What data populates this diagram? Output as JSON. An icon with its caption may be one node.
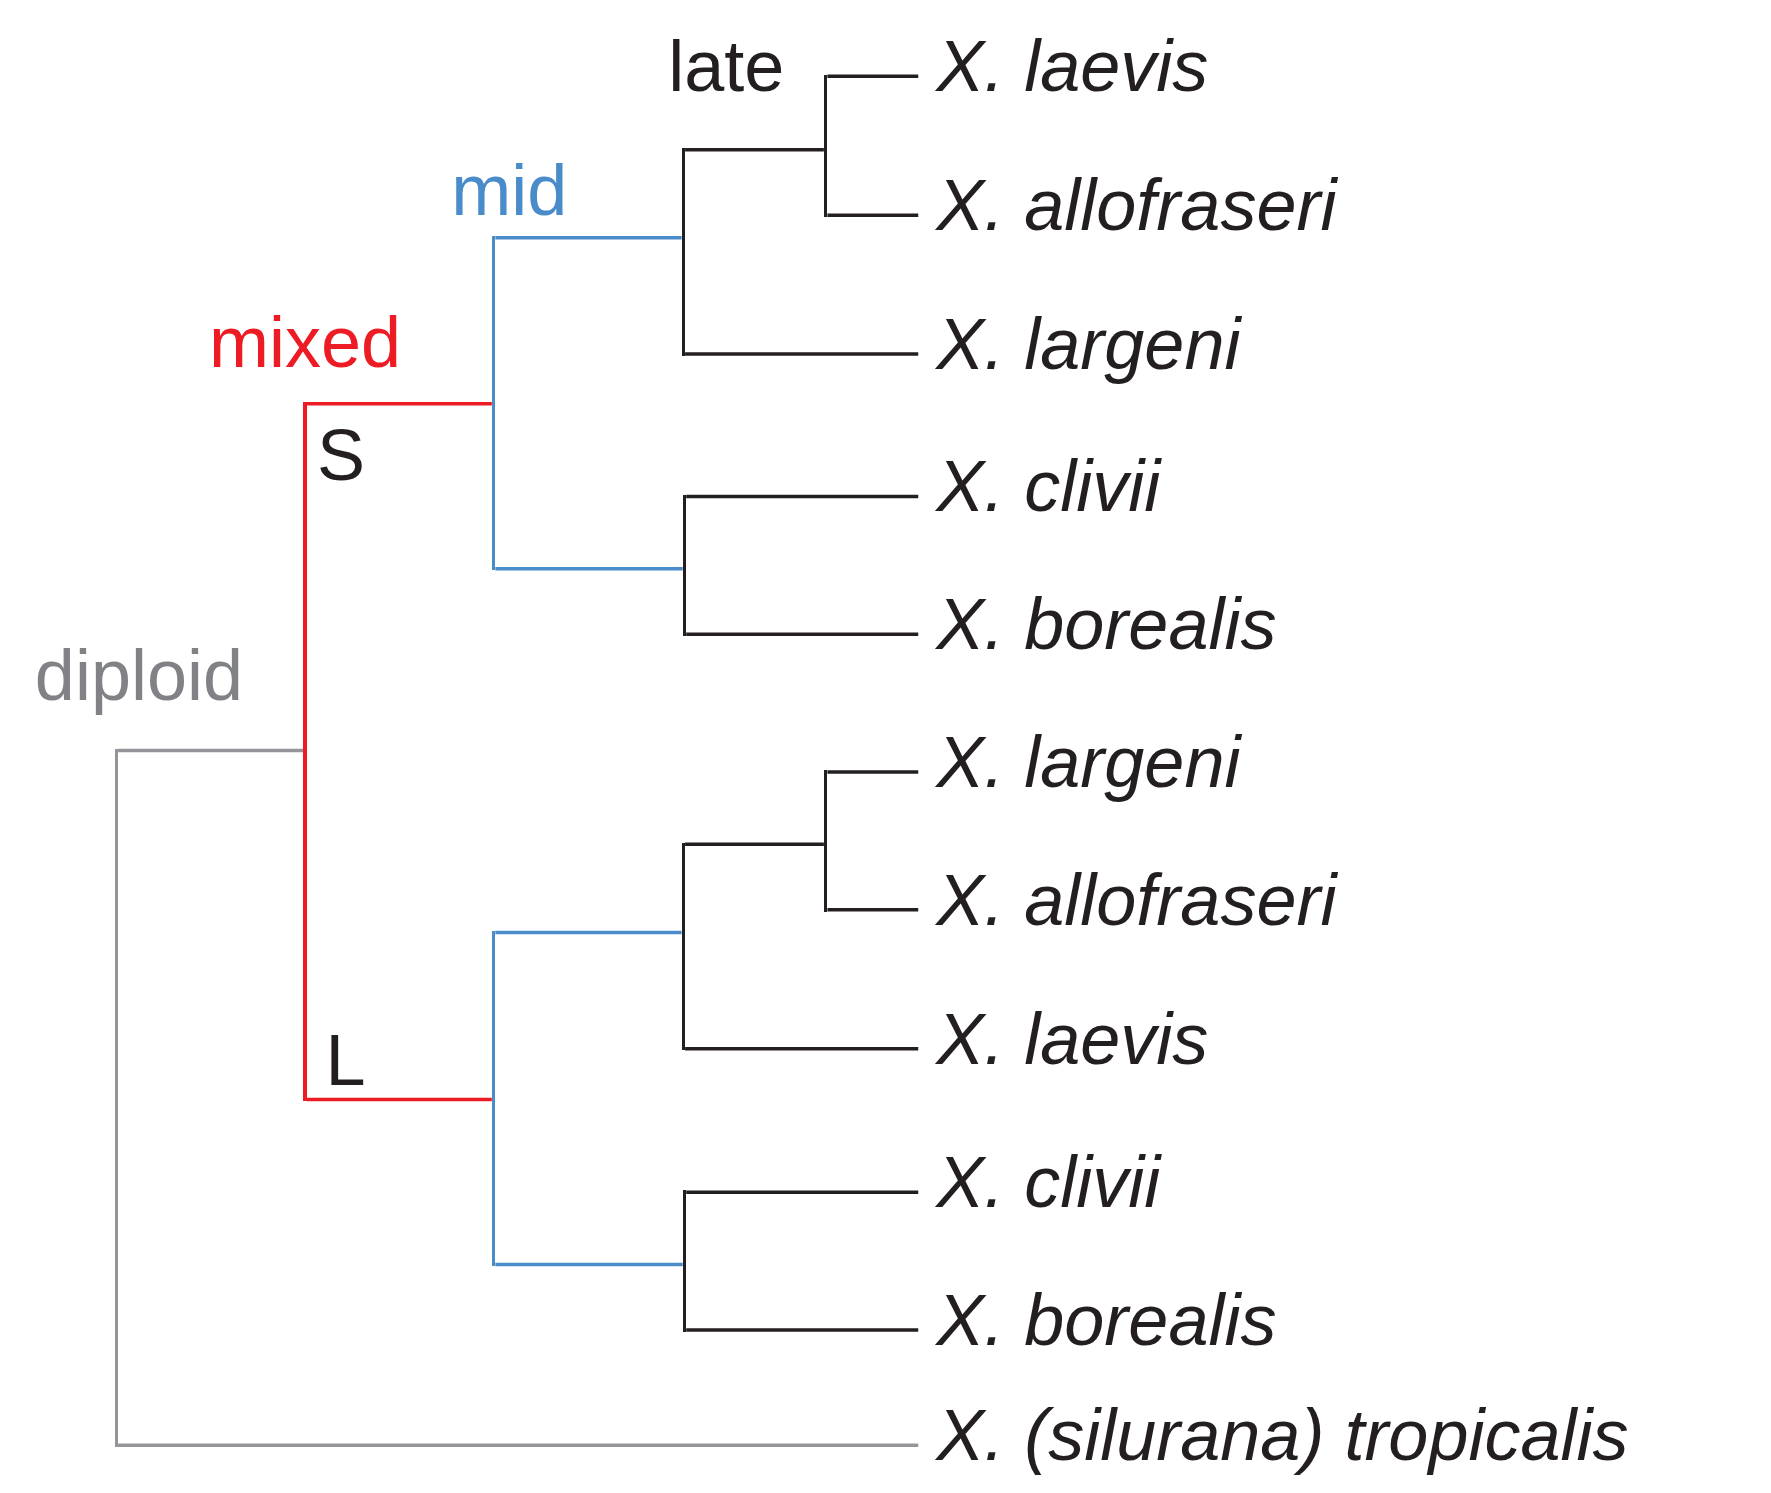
{
  "diagram": {
    "nodes": [
      {
        "text": [
          "X. laevis"
        ]
      },
      {
        "text": [
          "X. allofraseri"
        ]
      },
      {
        "text": [
          "X. largeni"
        ]
      },
      {
        "text": [
          "X. clivii"
        ]
      },
      {
        "text": [
          "X. borealis"
        ]
      },
      {
        "text": [
          "X. largeni"
        ]
      },
      {
        "text": [
          "X. allofraseri"
        ]
      },
      {
        "text": [
          "X. laevis"
        ]
      },
      {
        "text": [
          "X. clivii"
        ]
      },
      {
        "text": [
          "X. borealis"
        ]
      },
      {
        "text": [
          "X. (silurana) tropicalis"
        ]
      },
      {
        "text": [],
        "shape": "bar"
      },
      {
        "text": [],
        "shape": "bar"
      },
      {
        "text": [],
        "shape": "bar"
      },
      {
        "text": [],
        "shape": "bar"
      },
      {
        "text": [],
        "shape": "bar"
      },
      {
        "text": [],
        "shape": "bar"
      },
      {
        "text": [],
        "shape": "bar"
      },
      {
        "text": [],
        "shape": "bar"
      },
      {
        "text": [],
        "shape": "bar"
      },
      {
        "text": [],
        "shape": "bar"
      }
    ],
    "edges": [
      {
        "from": 11,
        "to": 12,
        "arrow": "none",
        "color": "#939598"
      },
      {
        "from": 11,
        "to": 10,
        "arrow": "none",
        "color": "#939598"
      },
      {
        "from": 12,
        "to": 13,
        "arrow": "none",
        "color": "#ed1c24"
      },
      {
        "from": 12,
        "to": 14,
        "arrow": "none",
        "color": "#ed1c24"
      },
      {
        "from": 13,
        "to": 15,
        "arrow": "none",
        "color": "#4a8bc9"
      },
      {
        "from": 13,
        "to": 17,
        "arrow": "none",
        "color": "#4a8bc9"
      },
      {
        "from": 14,
        "to": 18,
        "arrow": "none",
        "color": "#4a8bc9"
      },
      {
        "from": 14,
        "to": 20,
        "arrow": "none",
        "color": "#4a8bc9"
      },
      {
        "from": 15,
        "to": 16,
        "arrow": "none"
      },
      {
        "from": 15,
        "to": 2,
        "arrow": "none"
      },
      {
        "from": 16,
        "to": 0,
        "arrow": "none"
      },
      {
        "from": 16,
        "to": 1,
        "arrow": "none"
      },
      {
        "from": 17,
        "to": 3,
        "arrow": "none"
      },
      {
        "from": 17,
        "to": 4,
        "arrow": "none"
      },
      {
        "from": 18,
        "to": 19,
        "arrow": "none"
      },
      {
        "from": 18,
        "to": 7,
        "arrow": "none"
      },
      {
        "from": 19,
        "to": 5,
        "arrow": "none"
      },
      {
        "from": 19,
        "to": 6,
        "arrow": "none"
      },
      {
        "from": 20,
        "to": 8,
        "arrow": "none"
      },
      {
        "from": 20,
        "to": 9,
        "arrow": "none"
      }
    ],
    "labels": [
      "late",
      "mid",
      "mixed",
      "S",
      "diploid",
      "L"
    ]
  }
}
